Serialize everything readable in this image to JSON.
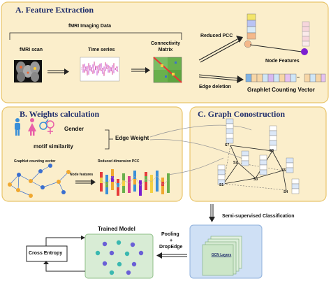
{
  "panel_a": {
    "title": "A. Feature Extraction",
    "fmri_data": "fMRI Imaging Data",
    "fmri_scan": "fMRI scan",
    "time_series": "Time series",
    "connectivity_matrix": "Connectivity Matrix",
    "reduced_pcc": "Reduced PCC",
    "edge_deletion": "Edge deletion",
    "node_features": "Node Features",
    "graphlet_vector": "Graphlet Counting Vector"
  },
  "panel_b": {
    "title": "B. Weights calculation",
    "gender": "Gender",
    "motif_similarity": "motif similarity",
    "edge_weight": "Edge Weight",
    "graphlet_counting_vector": "Graphlet counting vector",
    "reduced_dim_pcc": "Reduced dimension PCC",
    "node_features": "Node features"
  },
  "panel_c": {
    "title": "C. Graph Conostruction",
    "nodes": [
      "S7",
      "S2",
      "S6",
      "S5",
      "S3",
      "S1",
      "S4"
    ]
  },
  "bottom": {
    "semi_supervised": "Semi-supervised Classification",
    "gcn_layers": "GCN Layers",
    "pooling": "Pooling",
    "plus": "+",
    "dropedge": "DropEdge",
    "trained_model": "Trained Model",
    "cross_entropy": "Cross Entropy"
  },
  "colors": {
    "panel_fill": "#fbeecb",
    "panel_border": "#e8c46a",
    "title_blue": "#1f2d6b",
    "gcn_fill": "#cfe0f5",
    "trained_fill": "#d8ecd5"
  }
}
